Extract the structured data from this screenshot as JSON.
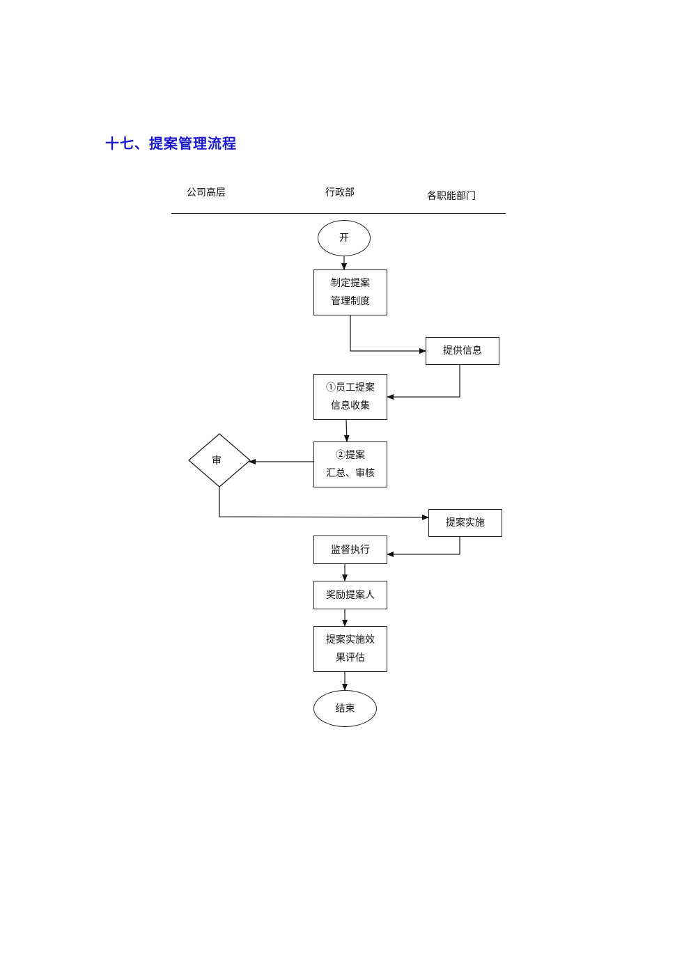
{
  "title": "十七、提案管理流程",
  "lanes": {
    "company": "公司高层",
    "admin": "行政部",
    "departments": "各职能部门"
  },
  "nodes": {
    "start": "开",
    "make_policy": "制定提案\n管理制度",
    "provide_info": "提供信息",
    "collect": "①员工提案\n信息收集",
    "summarize": "②提案\n汇总、审核",
    "review": "审",
    "implement": "提案实施",
    "supervise": "监督执行",
    "reward": "奖励提案人",
    "evaluate": "提案实施效\n果评估",
    "end": "结束"
  }
}
